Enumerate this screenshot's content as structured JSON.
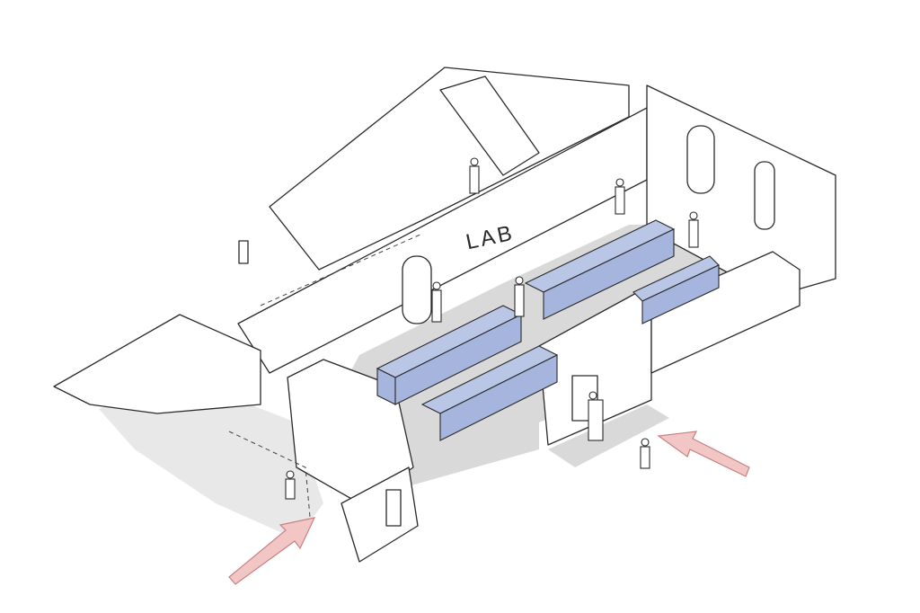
{
  "drawing": {
    "title_label": "LAB",
    "colors": {
      "floor": "#d9d9d9",
      "tables": "#b9c6e6",
      "entrance_arrows": "#f3c6c6"
    },
    "entrance_arrow_count": 2,
    "table_count": 4
  }
}
